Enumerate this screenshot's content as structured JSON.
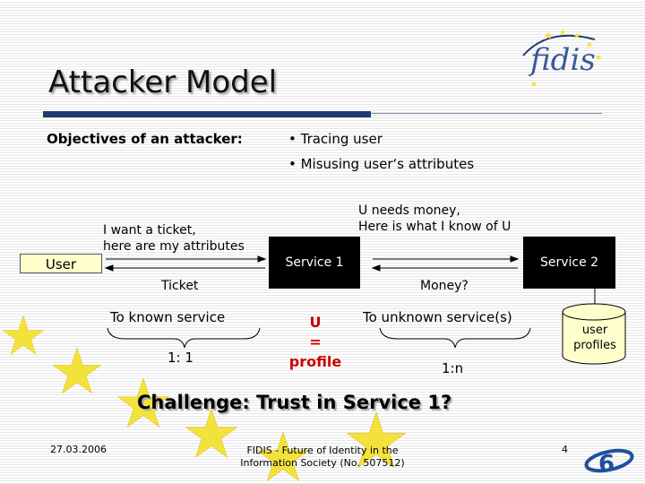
{
  "slide": {
    "title": "Attacker Model",
    "objectives_label": "Objectives of an attacker:",
    "bullets": [
      "• Tracing user",
      "• Misusing user‘s attributes"
    ],
    "ticket_request_line1": "I want a ticket,",
    "ticket_request_line2": "here are my attributes",
    "ticket_label": "Ticket",
    "money_request_line1": "U needs money,",
    "money_request_line2": "Here is what I know of U",
    "money_label": "Money?",
    "user_box": "User",
    "service1_box": "Service 1",
    "service2_box": "Service 2",
    "user_profiles_line1": "user",
    "user_profiles_line2": "profiles",
    "known_service": "To known service",
    "unknown_service": "To unknown service(s)",
    "known_ratio": "1: 1",
    "unknown_ratio": "1:n",
    "equation_line1": "U",
    "equation_line2": "=",
    "equation_line3": "profile",
    "challenge": "Challenge: Trust in Service 1?"
  },
  "footer": {
    "date": "27.03.2006",
    "center_line1": "FIDIS - Future of Identity in the",
    "center_line2": "Information Society (No. 507512)",
    "page_number": "4"
  },
  "logo": {
    "text": "fidis"
  },
  "colors": {
    "title_bar": "#1f3a6e",
    "user_box": "#ffffcc",
    "equation": "#cc0000",
    "star": "#f4e23c",
    "cylinder": "#ffffcc"
  },
  "icons": [
    "fidis-logo-icon",
    "eu-star-icon",
    "sixth-framework-logo-icon"
  ]
}
